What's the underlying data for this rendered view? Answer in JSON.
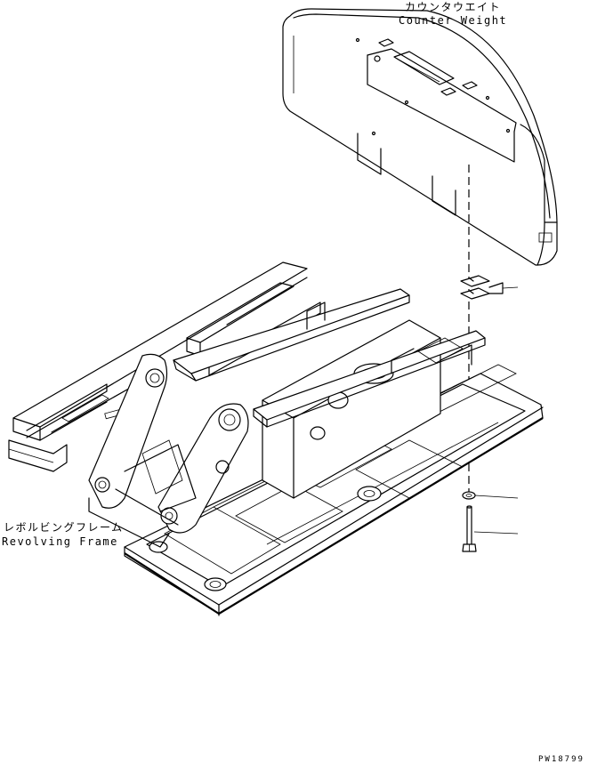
{
  "labels": {
    "counter_weight_jp": "カウンタウエイト",
    "counter_weight_en": "Counter Weight",
    "revolving_frame_jp": "レボルビングフレーム",
    "revolving_frame_en": "Revolving Frame",
    "drawing_number": "PW18799"
  }
}
